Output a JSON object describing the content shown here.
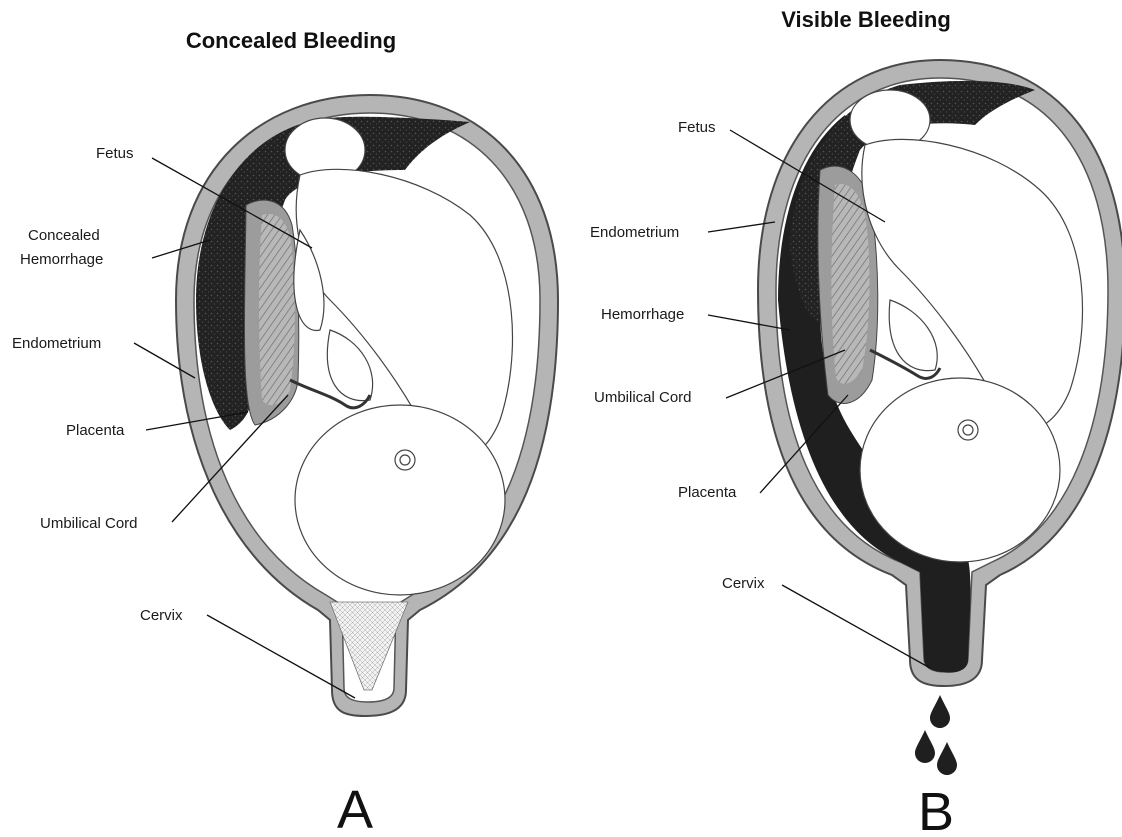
{
  "panels": [
    {
      "title": "Concealed Bleeding",
      "letter": "A",
      "labels": {
        "fetus": "Fetus",
        "concealed_hemorrhage_line1": "Concealed",
        "concealed_hemorrhage_line2": "Hemorrhage",
        "endometrium": "Endometrium",
        "placenta": "Placenta",
        "umbilical_cord": "Umbilical Cord",
        "cervix": "Cervix"
      }
    },
    {
      "title": "Visible Bleeding",
      "letter": "B",
      "labels": {
        "fetus": "Fetus",
        "endometrium": "Endometrium",
        "hemorrhage": "Hemorrhage",
        "umbilical_cord": "Umbilical Cord",
        "placenta": "Placenta",
        "cervix": "Cervix"
      }
    }
  ],
  "colors": {
    "uterine_wall": "#b5b5b5",
    "blood": "#1f1f1f",
    "placenta": "#9c9c9c"
  }
}
